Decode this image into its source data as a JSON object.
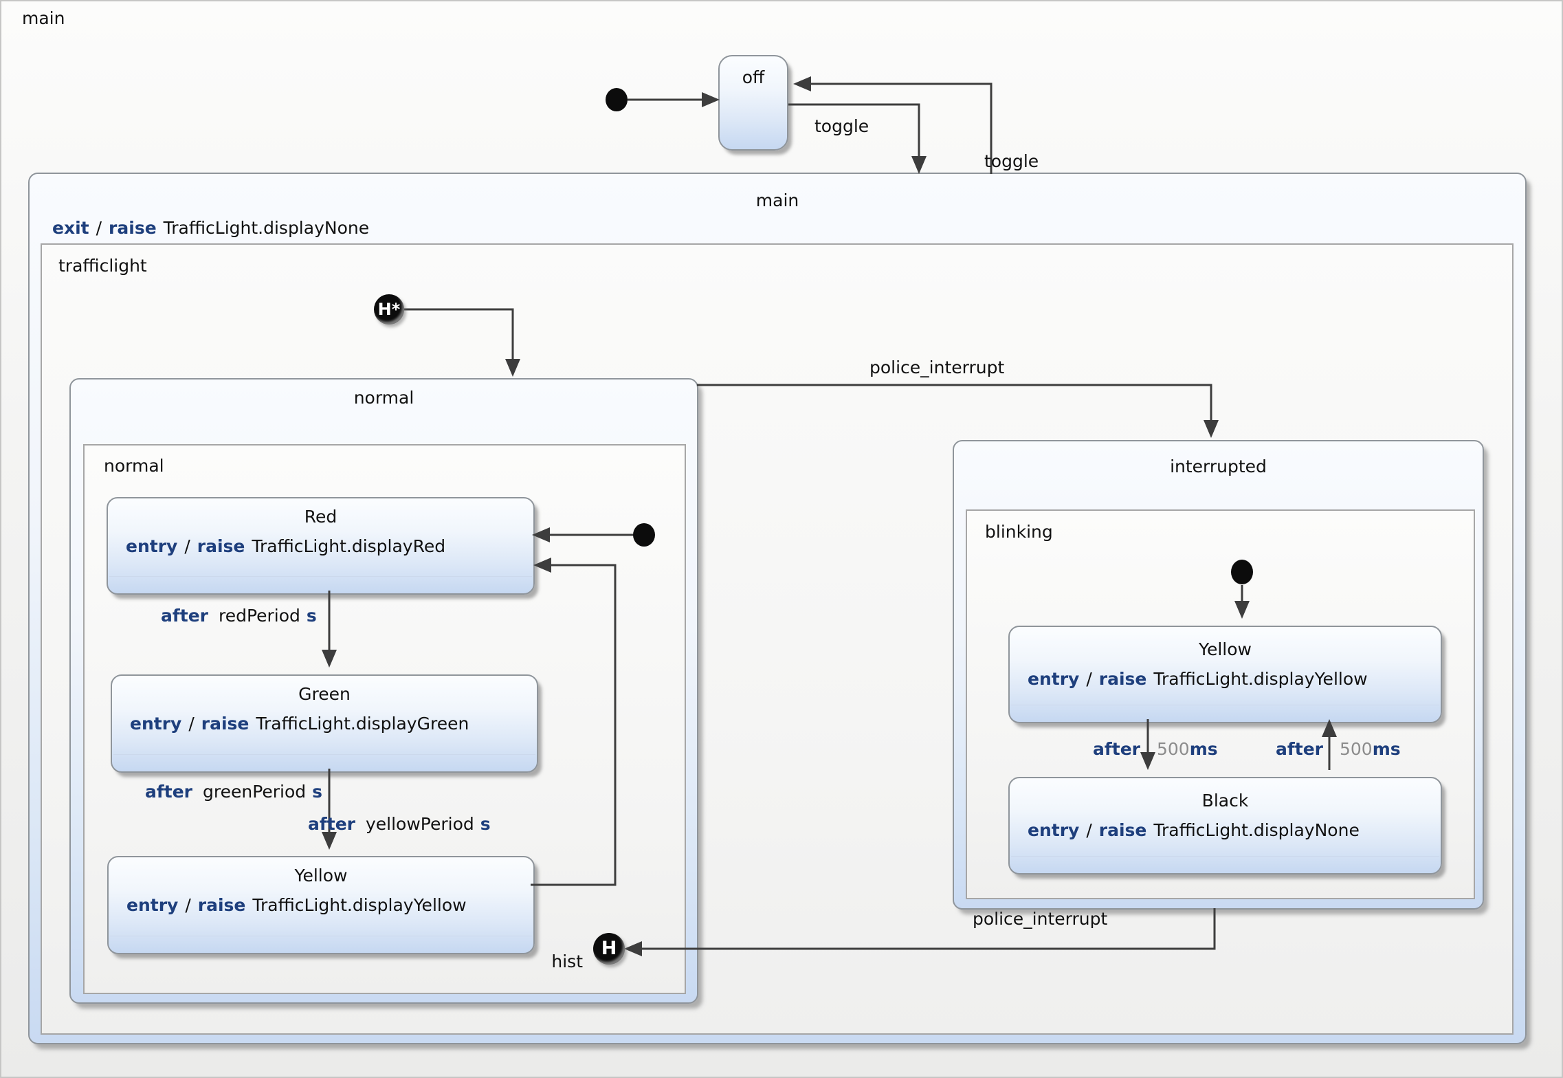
{
  "colors": {
    "keyword_blue": "#1e3f7d",
    "value_gray": "#8c8c8c",
    "line_gray": "#3d3d3d",
    "state_border": "#8f959b",
    "state_fill_bottom": "#c6d8f1"
  },
  "root": {
    "label": "main"
  },
  "off_state": {
    "title": "off"
  },
  "main_state": {
    "title": "main",
    "exit_action": {
      "kw_exit": "exit",
      "slash": "/",
      "kw_raise": "raise",
      "action": "TrafficLight.displayNone"
    },
    "region_label": "trafficlight"
  },
  "normal_state": {
    "title": "normal",
    "region_label": "normal",
    "red": {
      "title": "Red",
      "entry": {
        "kw_entry": "entry",
        "slash": "/",
        "kw_raise": "raise",
        "action": "TrafficLight.displayRed"
      }
    },
    "green": {
      "title": "Green",
      "entry": {
        "kw_entry": "entry",
        "slash": "/",
        "kw_raise": "raise",
        "action": "TrafficLight.displayGreen"
      }
    },
    "yellow": {
      "title": "Yellow",
      "entry": {
        "kw_entry": "entry",
        "slash": "/",
        "kw_raise": "raise",
        "action": "TrafficLight.displayYellow"
      }
    }
  },
  "interrupted_state": {
    "title": "interrupted",
    "region_label": "blinking",
    "yellow": {
      "title": "Yellow",
      "entry": {
        "kw_entry": "entry",
        "slash": "/",
        "kw_raise": "raise",
        "action": "TrafficLight.displayYellow"
      }
    },
    "black": {
      "title": "Black",
      "entry": {
        "kw_entry": "entry",
        "slash": "/",
        "kw_raise": "raise",
        "action": "TrafficLight.displayNone"
      }
    }
  },
  "transitions": {
    "toggle_on": {
      "label": "toggle"
    },
    "toggle_off": {
      "label": "toggle"
    },
    "police_interrupt": {
      "label": "police_interrupt"
    },
    "police_interrupt_back": {
      "label": "police_interrupt"
    },
    "red_to_green": {
      "kw": "after",
      "arg": "redPeriod",
      "unit": "s"
    },
    "green_to_yellow": {
      "kw": "after",
      "arg": "greenPeriod",
      "unit": "s"
    },
    "yellow_to_red": {
      "kw": "after",
      "arg": "yellowPeriod",
      "unit": "s"
    },
    "yellow_to_black": {
      "kw": "after",
      "arg": "500",
      "unit": "ms"
    },
    "black_to_yellow": {
      "kw": "after",
      "arg": "500",
      "unit": "ms"
    },
    "hist_label": "hist"
  },
  "history": {
    "deep": "H*",
    "shallow": "H"
  }
}
